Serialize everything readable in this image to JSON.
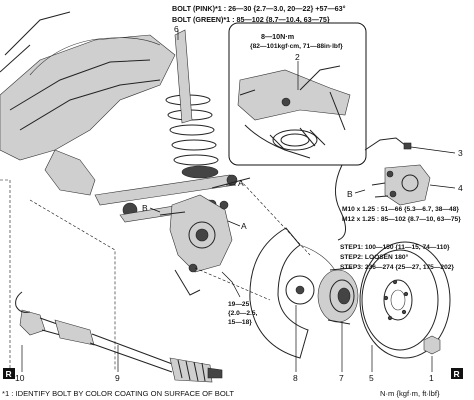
{
  "torque_specs": {
    "bolt_pink": "BOLT (PINK)*1 : 26—30 {2.7—3.0, 20—22} +57—63°",
    "bolt_green": "BOLT (GREEN)*1 : 85—102 {8.7—10.4, 63—75}",
    "inset_line1": "8—10N·m",
    "inset_line2": "{82—101kgf·cm, 71—88in·lbf}",
    "m10": "M10 x 1.25 : 51—66 {5.3—6.7, 38—48}",
    "m12": "M12 x 1.25 : 85—102 {8.7—10, 63—75}",
    "step1": "STEP1: 100—150 {11—15, 74—110}",
    "step2": "STEP2: LOOSEN 180°",
    "step3": "STEP3: 236—274 {25—27, 175—202}",
    "hub_line1": "19—25",
    "hub_line2": "{2.0—2.5,",
    "hub_line3": "15—18}"
  },
  "callouts": {
    "n1": "1",
    "n2": "2",
    "n3": "3",
    "n4": "4",
    "n5": "5",
    "n6": "6",
    "n7": "7",
    "n8": "8",
    "n9": "9",
    "n10": "10"
  },
  "reference_marks": {
    "a1": "A",
    "a2": "A",
    "b1": "B",
    "b2": "B"
  },
  "badges": {
    "r_left": "R",
    "r_right": "R"
  },
  "footer": {
    "note": "*1 : IDENTIFY BOLT BY COLOR COATING ON SURFACE OF BOLT",
    "units": "N·m {kgf·m, ft·lbf}"
  }
}
